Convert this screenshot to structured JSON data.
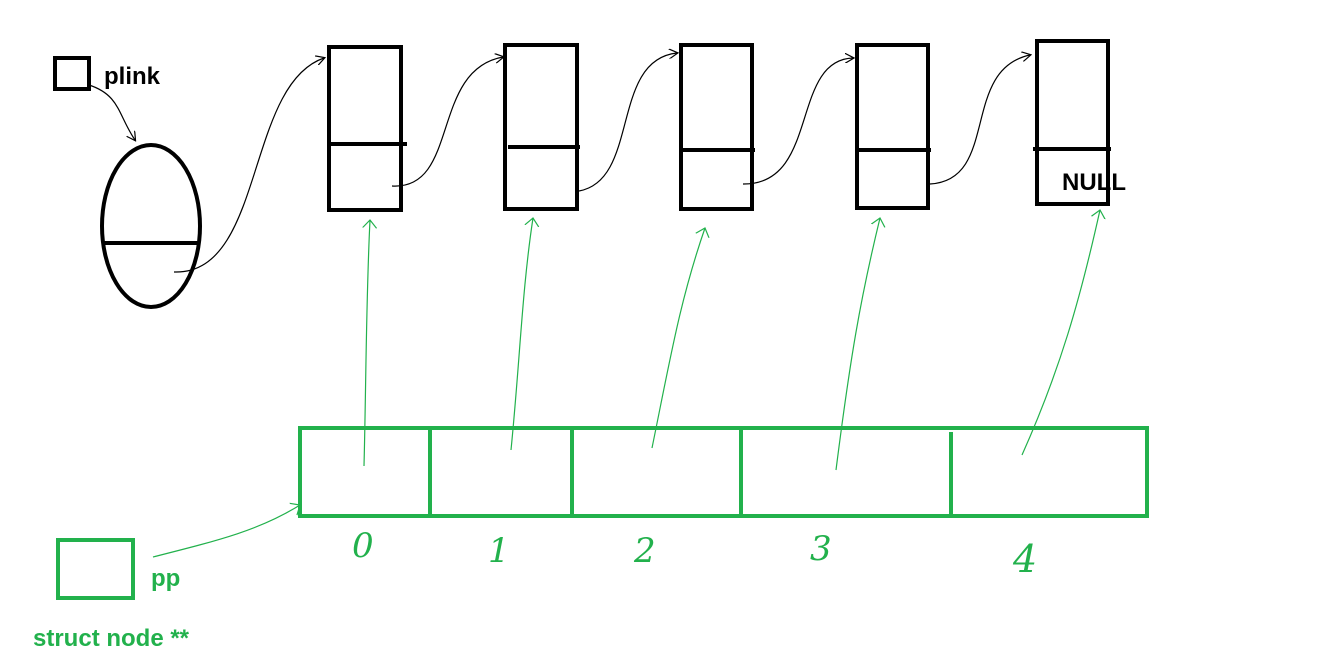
{
  "labels": {
    "plink": "plink",
    "null": "NULL",
    "pp": "pp",
    "type": "struct node **"
  },
  "array_indices": [
    "0",
    "1",
    "2",
    "3",
    "4"
  ],
  "colors": {
    "ink": "#000000",
    "green": "#22b14c"
  }
}
